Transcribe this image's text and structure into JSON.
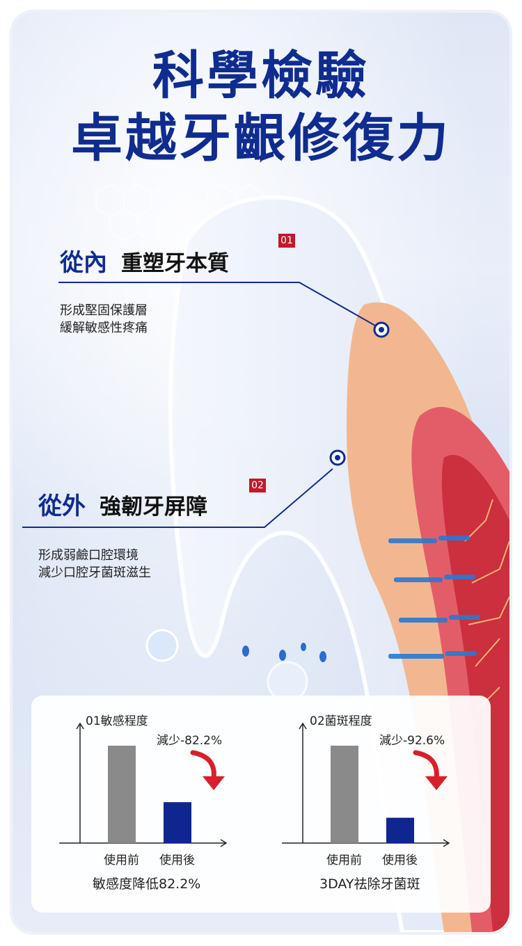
{
  "title": {
    "line1": "科學檢驗",
    "line2": "卓越牙齦修復力"
  },
  "sections": [
    {
      "tag": "01",
      "main": "從內",
      "sub": "重塑牙本質",
      "lines": [
        "形成堅固保護層",
        "緩解敏感性疼痛"
      ]
    },
    {
      "tag": "02",
      "main": "從外",
      "sub": "強韌牙屏障",
      "lines": [
        "形成弱鹼口腔環境",
        "減少口腔牙菌斑滋生"
      ]
    }
  ],
  "charts": [
    {
      "label": "01敏感程度",
      "reduction": "減少-82.2%",
      "caption": "敏感度降低82.2%"
    },
    {
      "label": "02菌斑程度",
      "reduction": "減少-92.6%",
      "caption": "3DAY祛除牙菌斑"
    }
  ],
  "chart_data": [
    {
      "type": "bar",
      "categories": [
        "使用前",
        "使用後"
      ],
      "values": [
        100,
        42
      ],
      "colors": [
        "#8a8a8a",
        "#0f2590"
      ],
      "title": "01敏感程度",
      "annotation": "減少-82.2%"
    },
    {
      "type": "bar",
      "categories": [
        "使用前",
        "使用後"
      ],
      "values": [
        100,
        26
      ],
      "colors": [
        "#8a8a8a",
        "#0f2590"
      ],
      "title": "02菌斑程度",
      "annotation": "減少-92.6%"
    }
  ],
  "colors": {
    "brand_blue": "#0f2c8f",
    "tag_red": "#c4172c",
    "bar_before": "#8a8a8a",
    "bar_after": "#0f2590",
    "arrow_red": "#d8202c"
  }
}
